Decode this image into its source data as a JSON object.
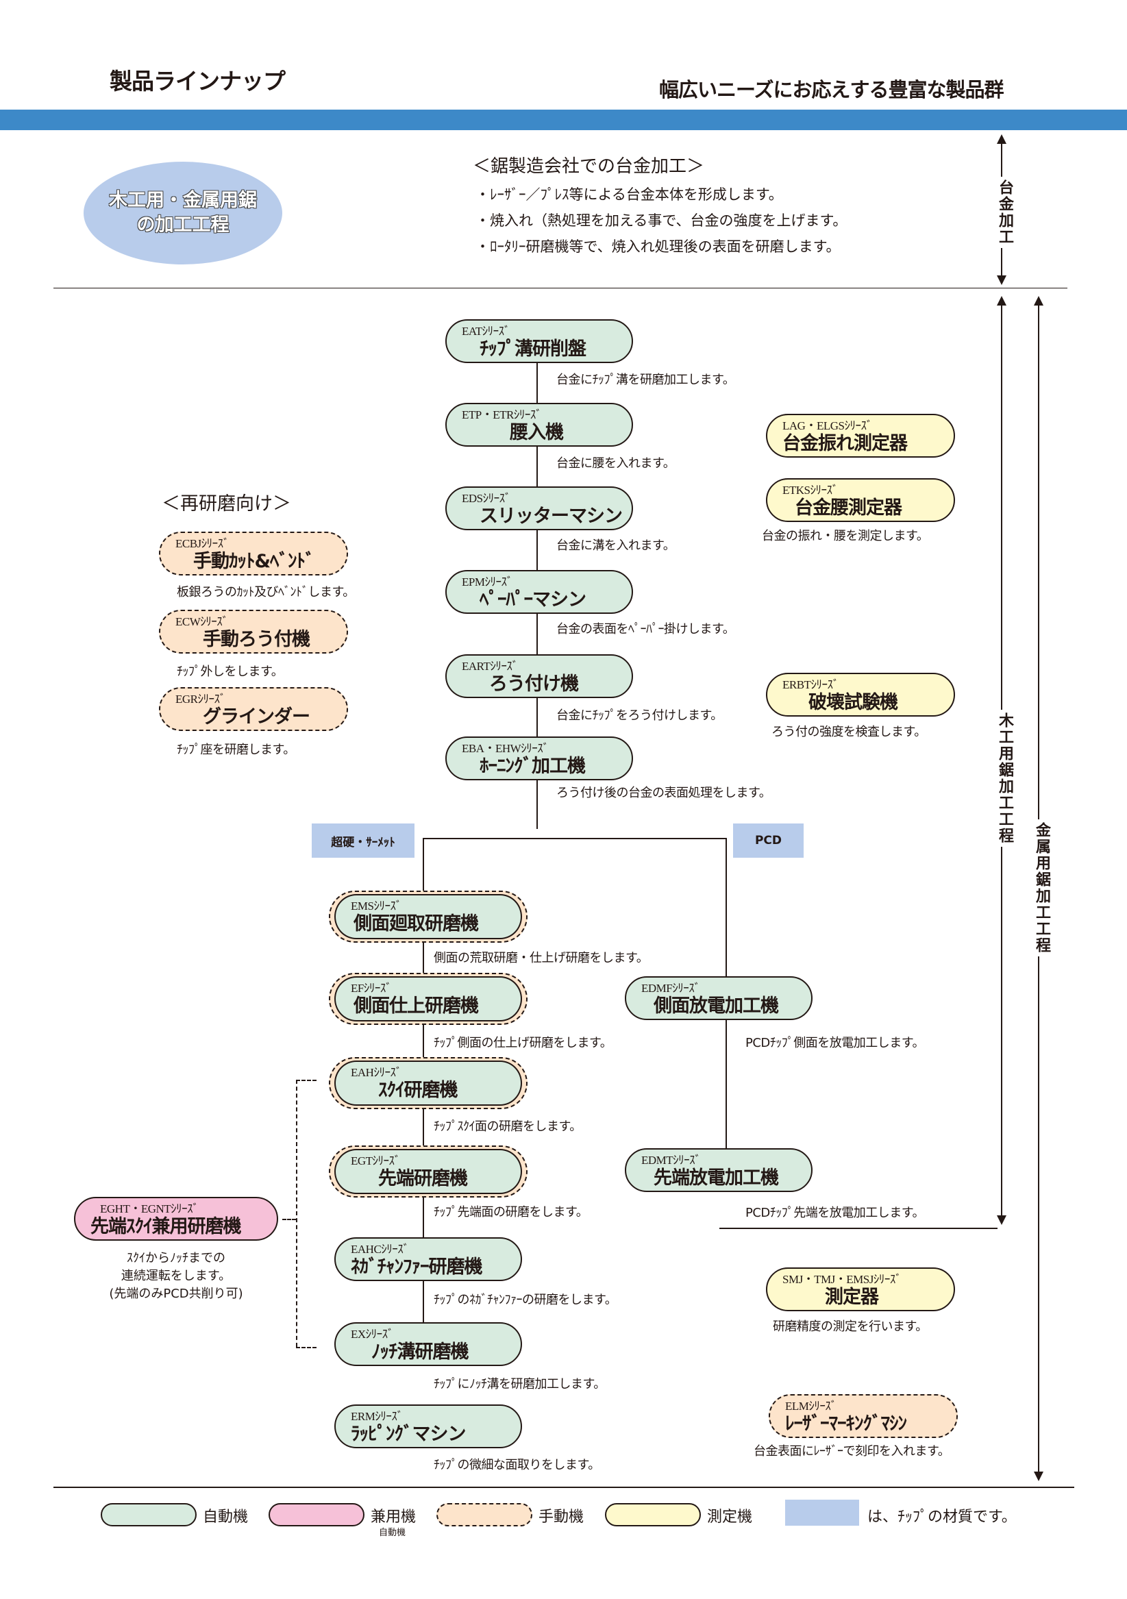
{
  "header": {
    "title": "製品ラインナップ",
    "subtitle": "幅広いニーズにお応えする豊富な製品群"
  },
  "intro": {
    "ellipse_line1": "木工用・金属用鋸",
    "ellipse_line2": "の加工工程",
    "title": "＜鋸製造会社での台金加工＞",
    "lines": [
      "・ﾚｰｻﾞｰ／ﾌﾟﾚｽ等による台金本体を形成します。",
      "・焼入れ（熱処理を加える事で、台金の強度を上げます。",
      "・ﾛｰﾀﾘｰ研磨機等で、焼入れ処理後の表面を研磨します。"
    ]
  },
  "side_labels": {
    "base_processing": "台金加工",
    "wood_saw_process": "木工用鋸加工工程",
    "metal_saw_process": "金属用鋸加工工程"
  },
  "main_flow": [
    {
      "series": "EATｼﾘｰｽﾞ",
      "name": "ﾁｯﾌﾟ溝研削盤",
      "type": "auto",
      "desc": "台金にﾁｯﾌﾟ溝を研磨加工します。"
    },
    {
      "series": "ETP・ETRｼﾘｰｽﾞ",
      "name": "腰入機",
      "type": "auto",
      "desc": "台金に腰を入れます。"
    },
    {
      "series": "EDSｼﾘｰｽﾞ",
      "name": "スリッターマシン",
      "type": "auto",
      "desc": "台金に溝を入れます。"
    },
    {
      "series": "EPMｼﾘｰｽﾞ",
      "name": "ﾍﾟｰﾊﾟｰマシン",
      "type": "auto",
      "desc": "台金の表面をﾍﾟｰﾊﾟｰ掛けします。"
    },
    {
      "series": "EARTｼﾘｰｽﾞ",
      "name": "ろう付け機",
      "type": "auto",
      "desc": "台金にﾁｯﾌﾟをろう付けします。"
    },
    {
      "series": "EBA・EHWｼﾘｰｽﾞ",
      "name": "ﾎｰﾆﾝｸﾞ加工機",
      "type": "auto",
      "desc": "ろう付け後の台金の表面処理をします。"
    }
  ],
  "materials": {
    "carbide": "超硬・ｻｰﾒｯﾄ",
    "pcd": "PCD"
  },
  "carbide_flow": [
    {
      "series": "EMSｼﾘｰｽﾞ",
      "name": "側面廻取研磨機",
      "type": "auto+manual",
      "desc": "側面の荒取研磨・仕上げ研磨をします。"
    },
    {
      "series": "EFｼﾘｰｽﾞ",
      "name": "側面仕上研磨機",
      "type": "auto+manual",
      "desc": "ﾁｯﾌﾟ側面の仕上げ研磨をします。"
    },
    {
      "series": "EAHｼﾘｰｽﾞ",
      "name": "ｽｸｲ研磨機",
      "type": "auto+manual",
      "desc": "ﾁｯﾌﾟｽｸｲ面の研磨をします。"
    },
    {
      "series": "EGTｼﾘｰｽﾞ",
      "name": "先端研磨機",
      "type": "auto+manual",
      "desc": "ﾁｯﾌﾟ先端面の研磨をします。"
    },
    {
      "series": "EAHCｼﾘｰｽﾞ",
      "name": "ﾈｶﾞﾁｬﾝﾌｧｰ研磨機",
      "type": "auto",
      "desc": "ﾁｯﾌﾟのﾈｶﾞﾁｬﾝﾌｧｰの研磨をします。"
    },
    {
      "series": "EXｼﾘｰｽﾞ",
      "name": "ﾉｯﾁ溝研磨機",
      "type": "auto",
      "desc": "ﾁｯﾌﾟにﾉｯﾁ溝を研磨加工します。"
    },
    {
      "series": "ERMｼﾘｰｽﾞ",
      "name": "ﾗｯﾋﾟﾝｸﾞマシン",
      "type": "auto",
      "desc": "ﾁｯﾌﾟの微細な面取りをします。"
    }
  ],
  "pcd_flow": [
    {
      "series": "EDMFｼﾘｰｽﾞ",
      "name": "側面放電加工機",
      "type": "auto",
      "desc": "PCDﾁｯﾌﾟ側面を放電加工します。"
    },
    {
      "series": "EDMTｼﾘｰｽﾞ",
      "name": "先端放電加工機",
      "type": "auto",
      "desc": "PCDﾁｯﾌﾟ先端を放電加工します。"
    }
  ],
  "multi_machine": {
    "series": "EGHT・EGNTｼﾘｰｽﾞ",
    "name": "先端ｽｸｲ兼用研磨機",
    "type": "multi",
    "note": [
      "ｽｸｲからﾉｯﾁまでの",
      "連続運転をします。",
      "(先端のみPCD共削り可)"
    ]
  },
  "regrind": {
    "title": "＜再研磨向け＞",
    "items": [
      {
        "series": "ECBJｼﾘｰｽﾞ",
        "name": "手動ｶｯﾄ&ﾍﾞﾝﾄﾞ",
        "type": "manual",
        "desc": "板銀ろうのｶｯﾄ及びﾍﾞﾝﾄﾞします。"
      },
      {
        "series": "ECWｼﾘｰｽﾞ",
        "name": "手動ろう付機",
        "type": "manual",
        "desc": "ﾁｯﾌﾟ外しをします。"
      },
      {
        "series": "EGRｼﾘｰｽﾞ",
        "name": "グラインダー",
        "type": "manual",
        "desc": "ﾁｯﾌﾟ座を研磨します。"
      }
    ]
  },
  "measurement": [
    {
      "series": "LAG・ELGSｼﾘｰｽﾞ",
      "name": "台金振れ測定器",
      "type": "measure"
    },
    {
      "series": "ETKSｼﾘｰｽﾞ",
      "name": "台金腰測定器",
      "type": "measure",
      "desc": "台金の振れ・腰を測定します。"
    },
    {
      "series": "ERBTｼﾘｰｽﾞ",
      "name": "破壊試験機",
      "type": "measure",
      "desc": "ろう付の強度を検査します。"
    },
    {
      "series": "SMJ・TMJ・EMSJｼﾘｰｽﾞ",
      "name": "測定器",
      "type": "measure",
      "desc": "研磨精度の測定を行います。"
    },
    {
      "series": "ELMｼﾘｰｽﾞ",
      "name": "ﾚｰｻﾞｰﾏｰｷﾝｸﾞﾏｼﾝ",
      "type": "manual",
      "desc": "台金表面にﾚｰｻﾞｰで刻印を入れます。"
    }
  ],
  "legend": {
    "auto": "自動機",
    "multi": "兼用機",
    "multi_sub": "自動機",
    "manual": "手動機",
    "measure": "測定機",
    "material_note": "は、ﾁｯﾌﾟの材質です。"
  },
  "colors": {
    "band": "#3d89c8",
    "auto": "#d8ebdf",
    "multi": "#f6c1d8",
    "manual": "#fde4cb",
    "measure": "#fef9cc",
    "material": "#b8cceb"
  }
}
